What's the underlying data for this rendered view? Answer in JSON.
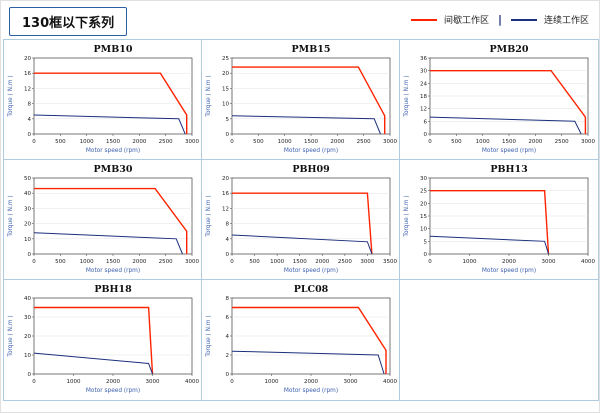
{
  "header": {
    "title": "130框以下系列"
  },
  "legend": {
    "intermittent_label": "间歇工作区",
    "continuous_label": "连续工作区",
    "separator": "|",
    "intermittent_color": "#ff2400",
    "continuous_color": "#1b2f7d"
  },
  "chart_data": [
    {
      "type": "line",
      "title": "PMB10",
      "xlabel": "Motor speed (rpm)",
      "ylabel": "Torque ( N.m )",
      "xlim": [
        0,
        3000
      ],
      "xticks": [
        0,
        500,
        1000,
        1500,
        2000,
        2500,
        3000
      ],
      "ylim": [
        0,
        20
      ],
      "yticks": [
        0,
        4,
        8,
        12,
        16,
        20
      ],
      "series": [
        {
          "name": "间歇工作区",
          "color": "#ff2400",
          "width": 1.4,
          "points": [
            [
              0,
              16
            ],
            [
              2400,
              16
            ],
            [
              2900,
              5
            ],
            [
              2900,
              0
            ]
          ]
        },
        {
          "name": "连续工作区",
          "color": "#1b2f7d",
          "width": 1,
          "points": [
            [
              0,
              5
            ],
            [
              2750,
              4
            ],
            [
              2870,
              0
            ]
          ]
        }
      ]
    },
    {
      "type": "line",
      "title": "PMB15",
      "xlabel": "Motor speed (rpm)",
      "ylabel": "Torque ( N.m )",
      "xlim": [
        0,
        3000
      ],
      "xticks": [
        0,
        500,
        1000,
        1500,
        2000,
        2500,
        3000
      ],
      "ylim": [
        0,
        25
      ],
      "yticks": [
        0,
        5,
        10,
        15,
        20,
        25
      ],
      "series": [
        {
          "name": "间歇工作区",
          "color": "#ff2400",
          "width": 1.4,
          "points": [
            [
              0,
              22
            ],
            [
              2400,
              22
            ],
            [
              2900,
              6
            ],
            [
              2900,
              0
            ]
          ]
        },
        {
          "name": "连续工作区",
          "color": "#1b2f7d",
          "width": 1,
          "points": [
            [
              0,
              6
            ],
            [
              2700,
              5
            ],
            [
              2820,
              0
            ]
          ]
        }
      ]
    },
    {
      "type": "line",
      "title": "PMB20",
      "xlabel": "Motor speed (rpm)",
      "ylabel": "Torque ( N.m )",
      "xlim": [
        0,
        3000
      ],
      "xticks": [
        0,
        500,
        1000,
        1500,
        2000,
        2500,
        3000
      ],
      "ylim": [
        0,
        36
      ],
      "yticks": [
        0,
        6,
        12,
        18,
        24,
        30,
        36
      ],
      "series": [
        {
          "name": "间歇工作区",
          "color": "#ff2400",
          "width": 1.4,
          "points": [
            [
              0,
              30
            ],
            [
              2300,
              30
            ],
            [
              2950,
              8
            ],
            [
              2950,
              0
            ]
          ]
        },
        {
          "name": "连续工作区",
          "color": "#1b2f7d",
          "width": 1,
          "points": [
            [
              0,
              8
            ],
            [
              2750,
              6
            ],
            [
              2870,
              0
            ]
          ]
        }
      ]
    },
    {
      "type": "line",
      "title": "PMB30",
      "xlabel": "Motor speed (rpm)",
      "ylabel": "Torque ( N.m )",
      "xlim": [
        0,
        3000
      ],
      "xticks": [
        0,
        500,
        1000,
        1500,
        2000,
        2500,
        3000
      ],
      "ylim": [
        0,
        50
      ],
      "yticks": [
        0,
        10,
        20,
        30,
        40,
        50
      ],
      "series": [
        {
          "name": "间歇工作区",
          "color": "#ff2400",
          "width": 1.4,
          "points": [
            [
              0,
              43
            ],
            [
              2300,
              43
            ],
            [
              2900,
              15
            ],
            [
              2900,
              0
            ]
          ]
        },
        {
          "name": "连续工作区",
          "color": "#1b2f7d",
          "width": 1,
          "points": [
            [
              0,
              14
            ],
            [
              2700,
              10
            ],
            [
              2820,
              0
            ]
          ]
        }
      ]
    },
    {
      "type": "line",
      "title": "PBH09",
      "xlabel": "Motor speed (rpm)",
      "ylabel": "Torque ( N.m )",
      "xlim": [
        0,
        3500
      ],
      "xticks": [
        0,
        500,
        1000,
        1500,
        2000,
        2500,
        3000,
        3500
      ],
      "ylim": [
        0,
        20
      ],
      "yticks": [
        0,
        4,
        8,
        12,
        16,
        20
      ],
      "series": [
        {
          "name": "间歇工作区",
          "color": "#ff2400",
          "width": 1.4,
          "points": [
            [
              0,
              16
            ],
            [
              3000,
              16
            ],
            [
              3100,
              0
            ]
          ]
        },
        {
          "name": "连续工作区",
          "color": "#1b2f7d",
          "width": 1,
          "points": [
            [
              0,
              5
            ],
            [
              3000,
              3.2
            ],
            [
              3100,
              0
            ]
          ]
        }
      ]
    },
    {
      "type": "line",
      "title": "PBH13",
      "xlabel": "Motor speed (rpm)",
      "ylabel": "Torque ( N.m )",
      "xlim": [
        0,
        4000
      ],
      "xticks": [
        0,
        1000,
        2000,
        3000,
        4000
      ],
      "ylim": [
        0,
        30
      ],
      "yticks": [
        0,
        5,
        10,
        15,
        20,
        25,
        30
      ],
      "series": [
        {
          "name": "间歇工作区",
          "color": "#ff2400",
          "width": 1.4,
          "points": [
            [
              0,
              25
            ],
            [
              2900,
              25
            ],
            [
              3000,
              0
            ]
          ]
        },
        {
          "name": "连续工作区",
          "color": "#1b2f7d",
          "width": 1,
          "points": [
            [
              0,
              7
            ],
            [
              2900,
              5
            ],
            [
              3000,
              0
            ]
          ]
        }
      ]
    },
    {
      "type": "line",
      "title": "PBH18",
      "xlabel": "Motor speed (rpm)",
      "ylabel": "Torque ( N.m )",
      "xlim": [
        0,
        4000
      ],
      "xticks": [
        0,
        1000,
        2000,
        3000,
        4000
      ],
      "ylim": [
        0,
        40
      ],
      "yticks": [
        0,
        10,
        20,
        30,
        40
      ],
      "series": [
        {
          "name": "间歇工作区",
          "color": "#ff2400",
          "width": 1.4,
          "points": [
            [
              0,
              35
            ],
            [
              2900,
              35
            ],
            [
              3000,
              0
            ]
          ]
        },
        {
          "name": "连续工作区",
          "color": "#1b2f7d",
          "width": 1,
          "points": [
            [
              0,
              11
            ],
            [
              2900,
              5.5
            ],
            [
              3000,
              0
            ]
          ]
        }
      ]
    },
    {
      "type": "line",
      "title": "PLC08",
      "xlabel": "Motor speed (rpm)",
      "ylabel": "Torque ( N.m )",
      "xlim": [
        0,
        4000
      ],
      "xticks": [
        0,
        1000,
        2000,
        3000,
        4000
      ],
      "ylim": [
        0,
        8
      ],
      "yticks": [
        0,
        2,
        4,
        6,
        8
      ],
      "series": [
        {
          "name": "间歇工作区",
          "color": "#ff2400",
          "width": 1.4,
          "points": [
            [
              0,
              7
            ],
            [
              3200,
              7
            ],
            [
              3900,
              2.5
            ],
            [
              3900,
              0
            ]
          ]
        },
        {
          "name": "连续工作区",
          "color": "#1b2f7d",
          "width": 1,
          "points": [
            [
              0,
              2.4
            ],
            [
              3700,
              2
            ],
            [
              3850,
              0
            ]
          ]
        }
      ]
    }
  ]
}
